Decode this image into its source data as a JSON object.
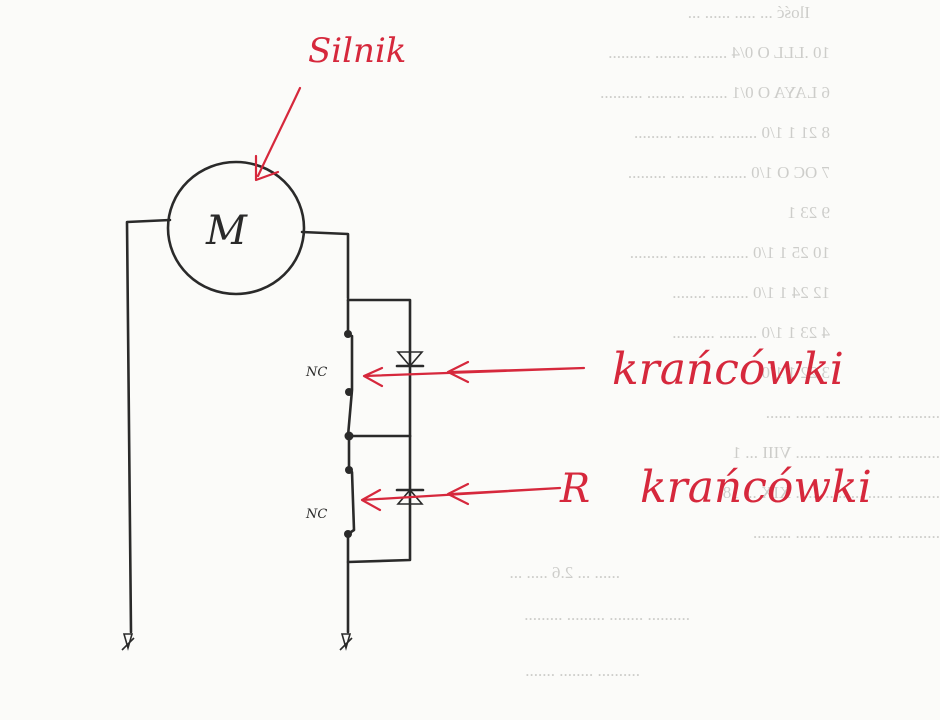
{
  "diagram": {
    "motor_symbol": "M",
    "motor_label": "Silnik",
    "switch_top_marking": "NC",
    "switch_bottom_marking": "NC",
    "limit_switch_label_top": "krańcówki",
    "limit_switch_label_bottom": "krańcówki",
    "limit_switch_label_bottom_prefix": "R"
  },
  "colors": {
    "ink": "#2a2a2a",
    "annotation": "#d6283c",
    "paper": "#fbfbf9",
    "bleed_through": "#c9c9c6"
  }
}
